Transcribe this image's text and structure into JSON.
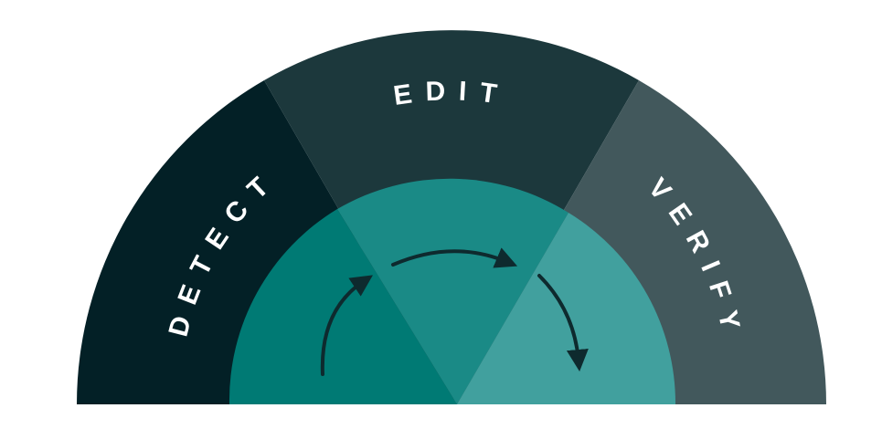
{
  "diagram": {
    "stages": [
      {
        "label": "DETECT",
        "outer_color": "#032026",
        "inner_color": "#007a74"
      },
      {
        "label": "EDIT",
        "outer_color": "#1c383c",
        "inner_color": "#1a8a86"
      },
      {
        "label": "VERIFY",
        "outer_color": "#42585c",
        "inner_color": "#41a09e"
      }
    ],
    "arrow_color": "#0e2a2e"
  }
}
